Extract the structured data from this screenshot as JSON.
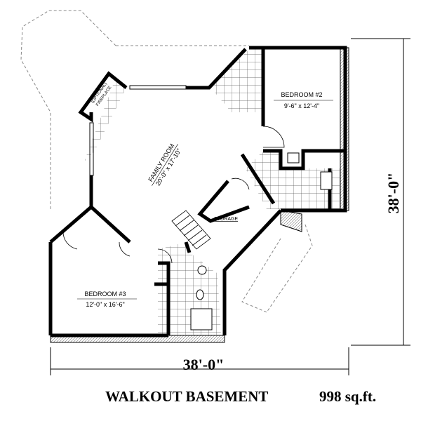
{
  "plan": {
    "title": "WALKOUT BASEMENT",
    "area": "998 sq.ft.",
    "dimension_width": "38'-0\"",
    "dimension_depth": "38'-0\"",
    "rooms": [
      {
        "name": "FAMILY ROOM",
        "size": "20'-0\" x 17'-10\""
      },
      {
        "name": "BEDROOM #2",
        "size": "9'-6\" x 12'-4\""
      },
      {
        "name": "BEDROOM #3",
        "size": "12'-0\" x 16'-6\""
      },
      {
        "name": "STORAGE",
        "size": ""
      }
    ],
    "fireplace_label": [
      "(OPTIONAL)",
      "FIREPLACE"
    ]
  }
}
